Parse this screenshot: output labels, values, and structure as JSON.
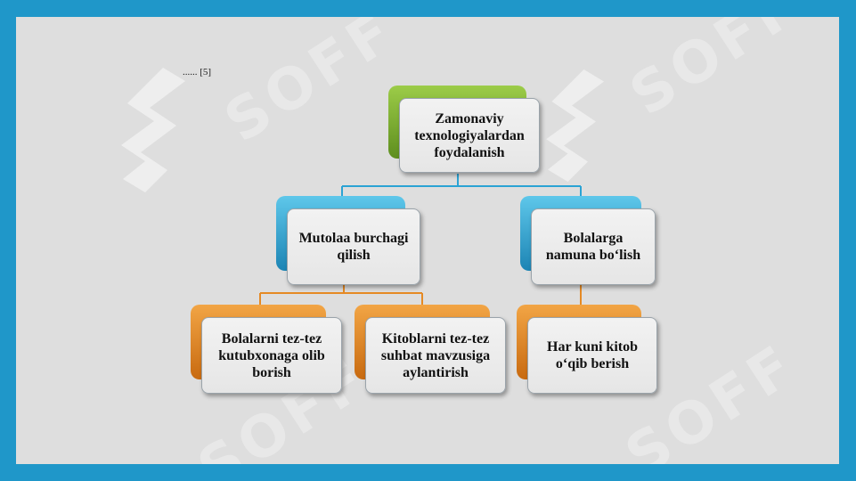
{
  "header_snippet": "...... [5]",
  "watermark_text": "SOFF",
  "colors": {
    "frame_border": "#1f97c9",
    "background": "#dedede",
    "level1_accent": "#7aae2e",
    "level2_accent": "#2ba3d4",
    "level3_accent": "#e58a24"
  },
  "tree": {
    "root": {
      "label": "Zamonaviy texnologiyalardan foydalanish"
    },
    "left": {
      "label": "Mutolaa burchagi qilish"
    },
    "right": {
      "label": "Bolalarga namuna bo‘lish"
    },
    "left_child_1": {
      "label": "Bolalarni tez-tez kutubxonaga olib borish"
    },
    "left_child_2": {
      "label": "Kitoblarni tez-tez suhbat mavzusiga aylantirish"
    },
    "right_child_1": {
      "label": "Har kuni kitob o‘qib berish"
    }
  }
}
